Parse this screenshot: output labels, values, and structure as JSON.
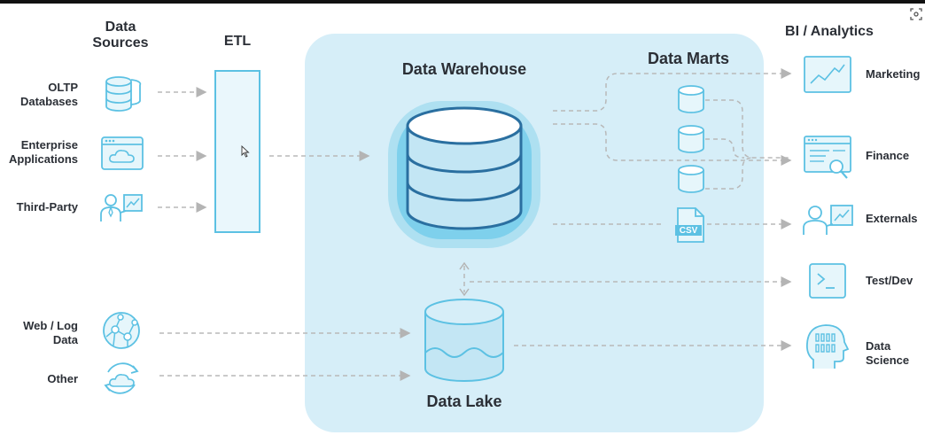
{
  "headers": {
    "sources_line1": "Data",
    "sources_line2": "Sources",
    "etl": "ETL",
    "bi": "BI / Analytics",
    "warehouse": "Data Warehouse",
    "marts": "Data Marts",
    "lake": "Data Lake"
  },
  "sources": [
    {
      "line1": "OLTP",
      "line2": "Databases",
      "icon": "database-stack-icon"
    },
    {
      "line1": "Enterprise",
      "line2": "Applications",
      "icon": "cloud-window-icon"
    },
    {
      "line1": "Third-Party",
      "line2": "",
      "icon": "presenter-icon"
    },
    {
      "line1": "Web / Log",
      "line2": "Data",
      "icon": "network-globe-icon"
    },
    {
      "line1": "Other",
      "line2": "",
      "icon": "cloud-sync-icon"
    }
  ],
  "outputs": [
    {
      "line1": "Marketing",
      "line2": "",
      "icon": "trend-chart-icon"
    },
    {
      "line1": "Finance",
      "line2": "",
      "icon": "report-search-icon"
    },
    {
      "line1": "Externals",
      "line2": "",
      "icon": "presenter-icon"
    },
    {
      "line1": "Test/Dev",
      "line2": "",
      "icon": "terminal-icon"
    },
    {
      "line1": "Data",
      "line2": "Science",
      "icon": "ai-head-icon"
    }
  ],
  "csv_label": "CSV",
  "colors": {
    "accent": "#5cc1e3",
    "panel": "#d6eef8",
    "text": "#2b2f36",
    "arrow": "#b4b4b4"
  }
}
